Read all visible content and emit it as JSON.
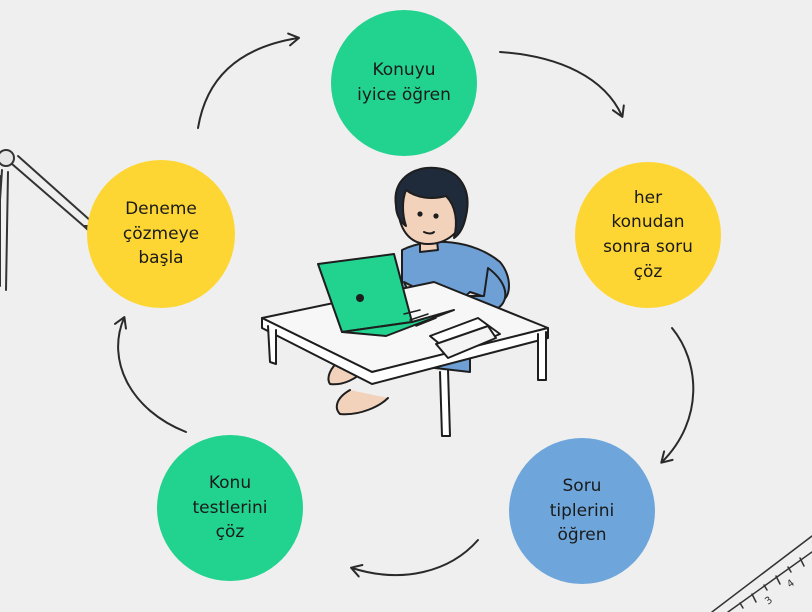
{
  "diagram": {
    "steps": [
      {
        "label": "Konuyu\niyice öğren",
        "color": "#22d28f"
      },
      {
        "label": "her\nkonudan\nsonra soru\nçöz",
        "color": "#fdd633"
      },
      {
        "label": "Soru\ntiplerini\nöğren",
        "color": "#6ea6db"
      },
      {
        "label": "Konu\ntestlerini\nçöz",
        "color": "#22d28f"
      },
      {
        "label": "Deneme\nçözmeye\nbaşla",
        "color": "#fdd633"
      }
    ],
    "ruler_digits": [
      "3",
      "4"
    ],
    "icons": [
      "cycle-arrow-icon",
      "student-laptop-illustration",
      "compass-icon",
      "ruler-icon"
    ]
  }
}
